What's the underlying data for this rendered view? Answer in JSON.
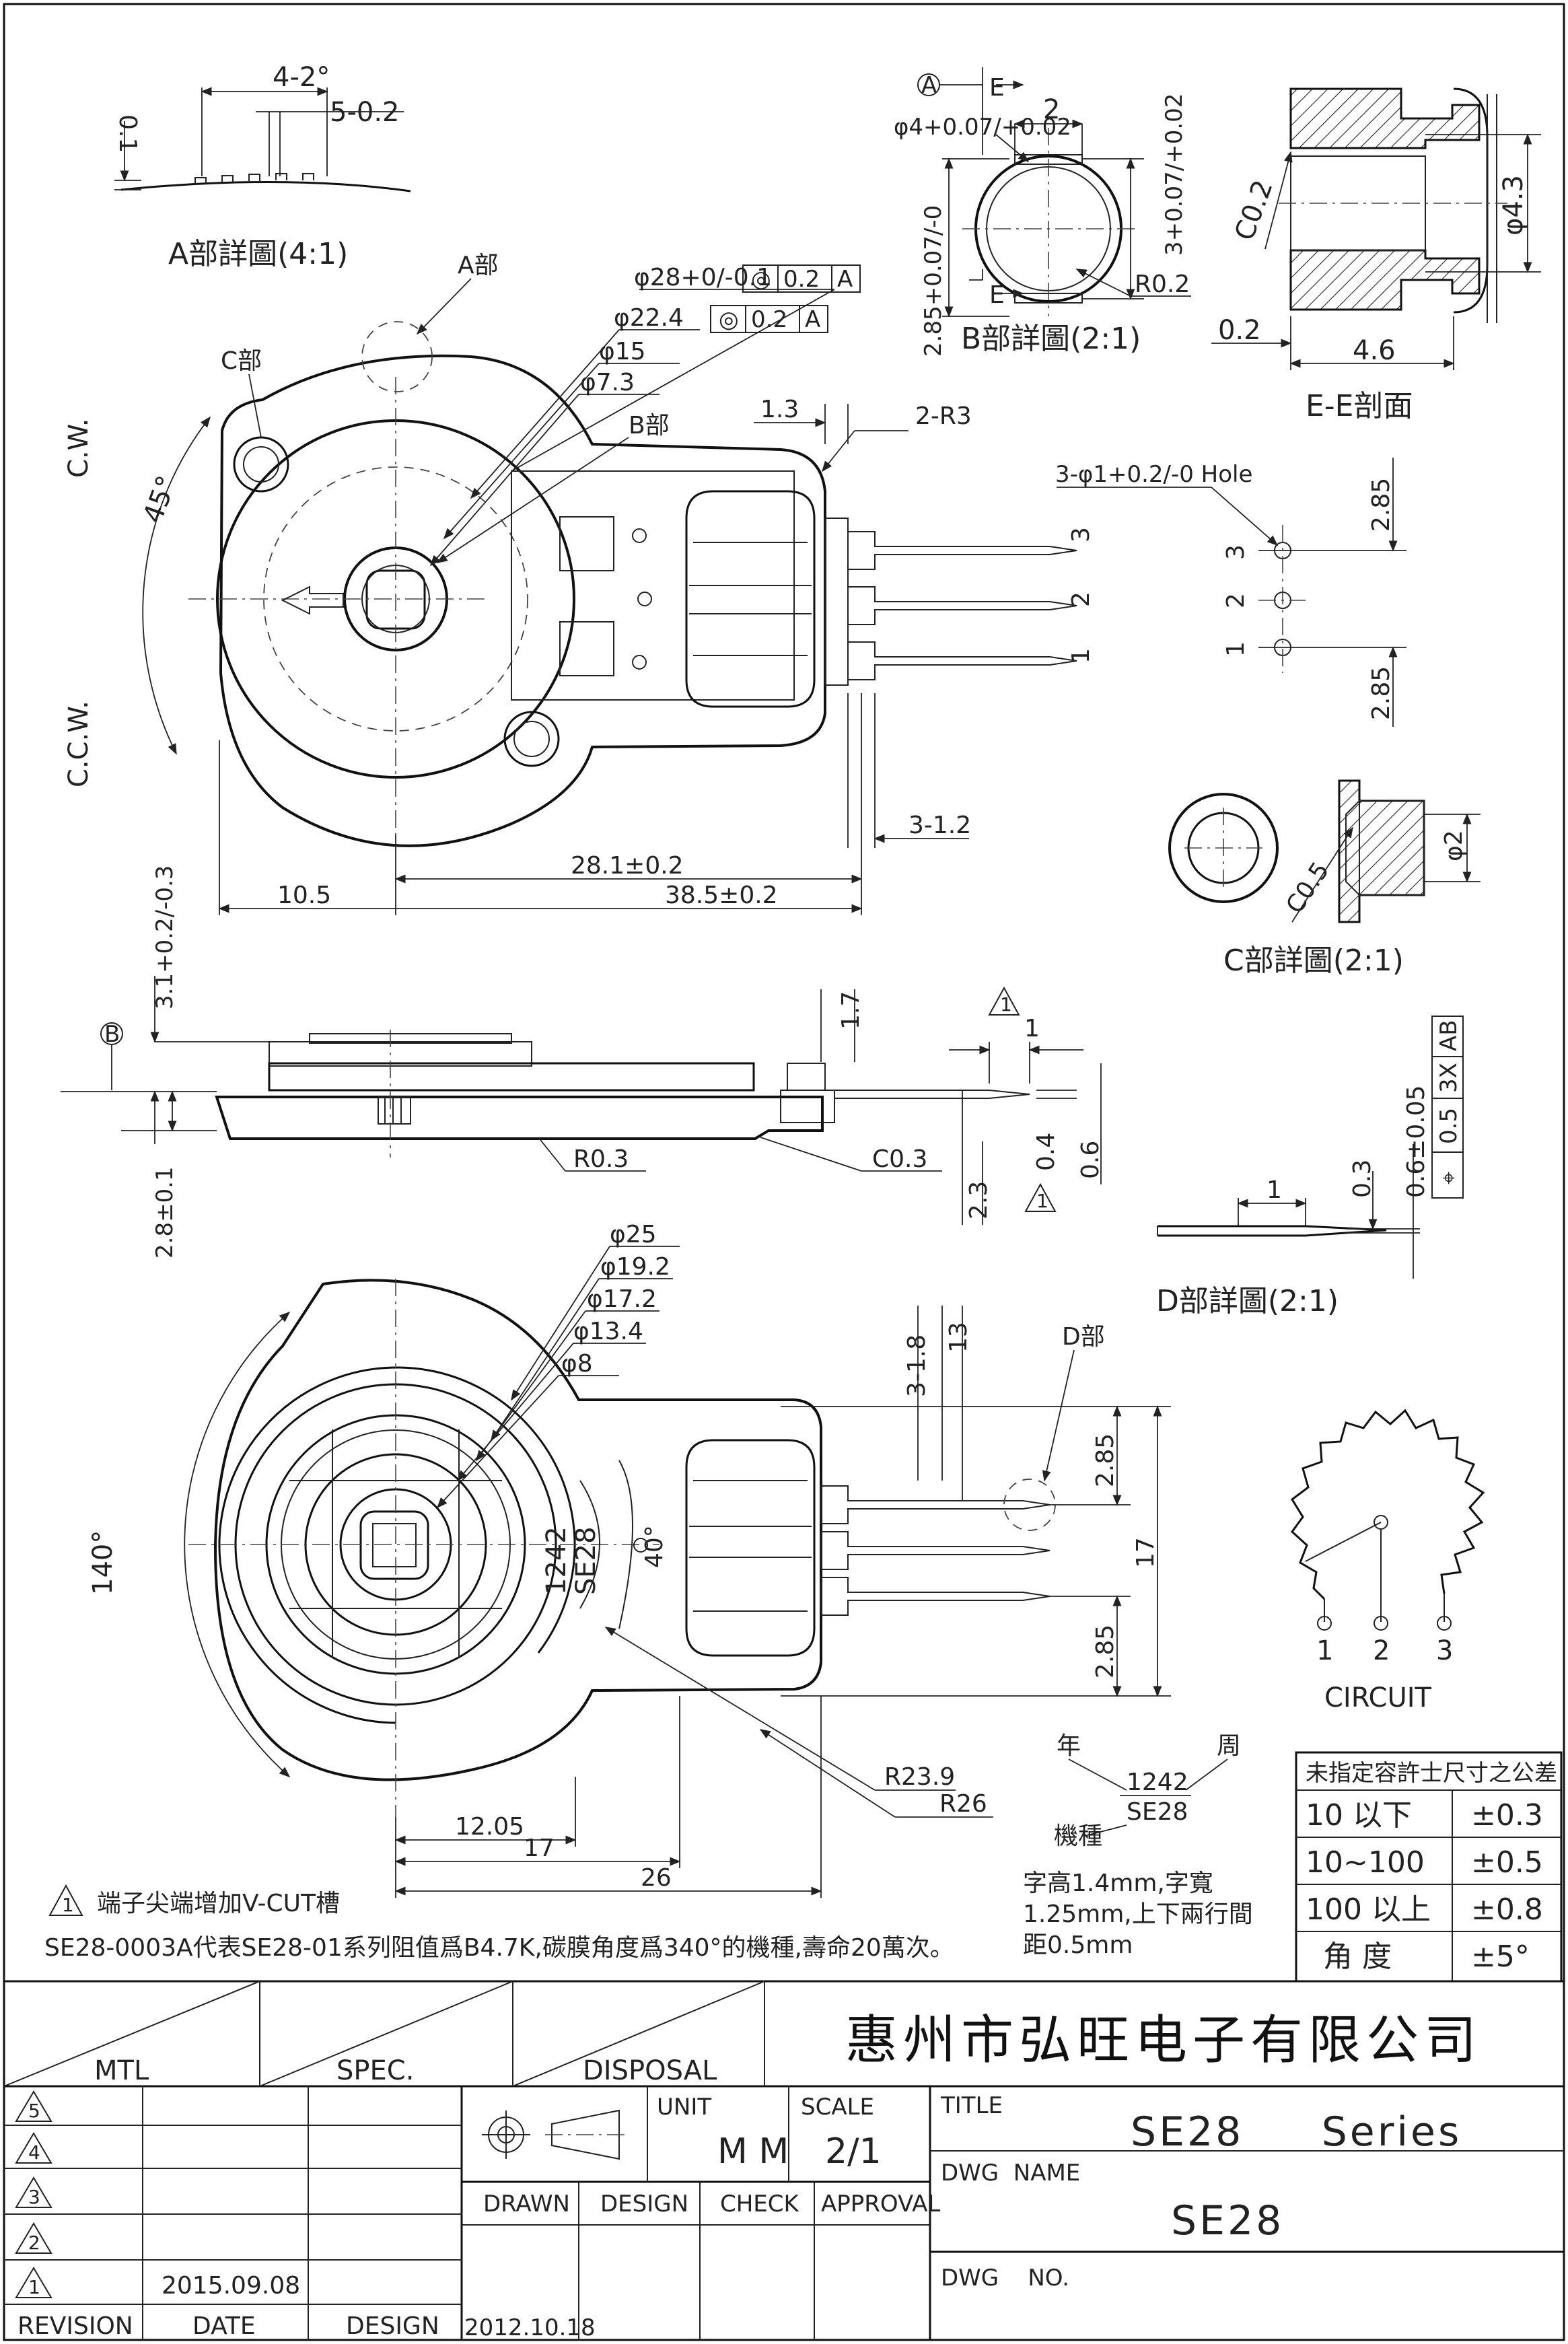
{
  "company": "惠州市弘旺电子有限公司",
  "header_boxes": {
    "mtl": "MTL",
    "spec": "SPEC.",
    "disposal": "DISPOSAL"
  },
  "title_block": {
    "unit_label": "UNIT",
    "unit": "M M",
    "scale_label": "SCALE",
    "scale": "2/1",
    "title_label": "TITLE",
    "title": "SE28     Series",
    "dwg_name_label": "DWG  NAME",
    "dwg_name": "SE28",
    "dwg_no_label": "DWG    NO.",
    "roles": [
      "DRAWN",
      "DESIGN",
      "CHECK",
      "APPROVAL"
    ],
    "drawn_date": "2012.10.18"
  },
  "revision_table": {
    "marks": [
      "5",
      "4",
      "3",
      "2",
      "1"
    ],
    "rev1_date": "2015.09.08",
    "headers": [
      "REVISION",
      "DATE",
      "DESIGN"
    ]
  },
  "tolerance_table": {
    "title": "未指定容許士尺寸之公差",
    "rows": [
      {
        "range": "10 以下",
        "tol": "±0.3"
      },
      {
        "range": "10~100",
        "tol": "±0.5"
      },
      {
        "range": "100 以上",
        "tol": "±0.8"
      },
      {
        "range": "角  度",
        "tol": "±5°"
      }
    ]
  },
  "notes": {
    "vcut_mark": "1",
    "vcut": "端子尖端增加V-CUT槽",
    "series": "SE28-0003A代表SE28-01系列阻值爲B4.7K,碳膜角度爲340°的機種,壽命20萬次。",
    "marking_year": "年",
    "marking_week": "周",
    "marking_code": "1242",
    "marking_model": "SE28",
    "marking_type": "機種",
    "font_spec": [
      "字高1.4mm,字寬",
      "1.25mm,上下兩行間",
      "距0.5mm"
    ]
  },
  "views": {
    "detail_a": {
      "title": "A部詳圖(4:1)",
      "dims": [
        "4-2°",
        "5-0.2",
        "0.1"
      ]
    },
    "detail_b": {
      "title": "B部詳圖(2:1)",
      "datum": "A",
      "dims": [
        "2",
        "φ4+0.07/+0.02",
        "3+0.07/+0.02",
        "R0.2",
        "2.85+0.07/-0"
      ],
      "section_mark": "E"
    },
    "section_ee": {
      "title": "E-E剖面",
      "dims": [
        "C0.2",
        "0.2",
        "4.6",
        "φ4.3"
      ]
    },
    "top_view": {
      "labels": [
        "A部",
        "B部",
        "C部",
        "C.W.",
        "C.C.W.",
        "45°"
      ],
      "dims": [
        "φ28+0/-0.1",
        "φ22.4",
        "φ15",
        "φ7.3",
        "1.3",
        "2-R3",
        "3-1.2",
        "28.1±0.2",
        "38.5±0.2",
        "10.5"
      ],
      "gdt": [
        [
          "◎",
          "0.2",
          "A"
        ],
        [
          "◎",
          "0.2",
          "A"
        ]
      ],
      "pins": [
        "3",
        "2",
        "1"
      ]
    },
    "hole_pattern": {
      "dims": [
        "3-φ1+0.2/-0 Hole",
        "2.85",
        "2.85"
      ],
      "pins": [
        "3",
        "2",
        "1"
      ]
    },
    "detail_c": {
      "title": "C部詳圖(2:1)",
      "dims": [
        "C0.5",
        "φ2"
      ]
    },
    "side_view": {
      "datum": "B",
      "dims": [
        "3.1+0.2/-0.3",
        "1.7",
        "1",
        "0.4",
        "0.6",
        "2.3",
        "2.8±0.1",
        "R0.3",
        "C0.3"
      ],
      "rev_mark": "1"
    },
    "detail_d": {
      "title": "D部詳圖(2:1)",
      "dims": [
        "1",
        "0.3",
        "0.6±0.05"
      ],
      "gdt": [
        "⌖",
        "0.5",
        "3X",
        "AB"
      ]
    },
    "bottom_view": {
      "labels": [
        "D部",
        "140°",
        "40°"
      ],
      "marking": [
        "1242",
        "SE28"
      ],
      "dims": [
        "φ25",
        "φ19.2",
        "φ17.2",
        "φ13.4",
        "φ8",
        "3-1.8",
        "13",
        "2.85",
        "17",
        "2.85",
        "R23.9",
        "R26",
        "12.05",
        "17",
        "26"
      ]
    },
    "circuit": {
      "title": "CIRCUIT",
      "pins": [
        "1",
        "2",
        "3"
      ]
    }
  }
}
